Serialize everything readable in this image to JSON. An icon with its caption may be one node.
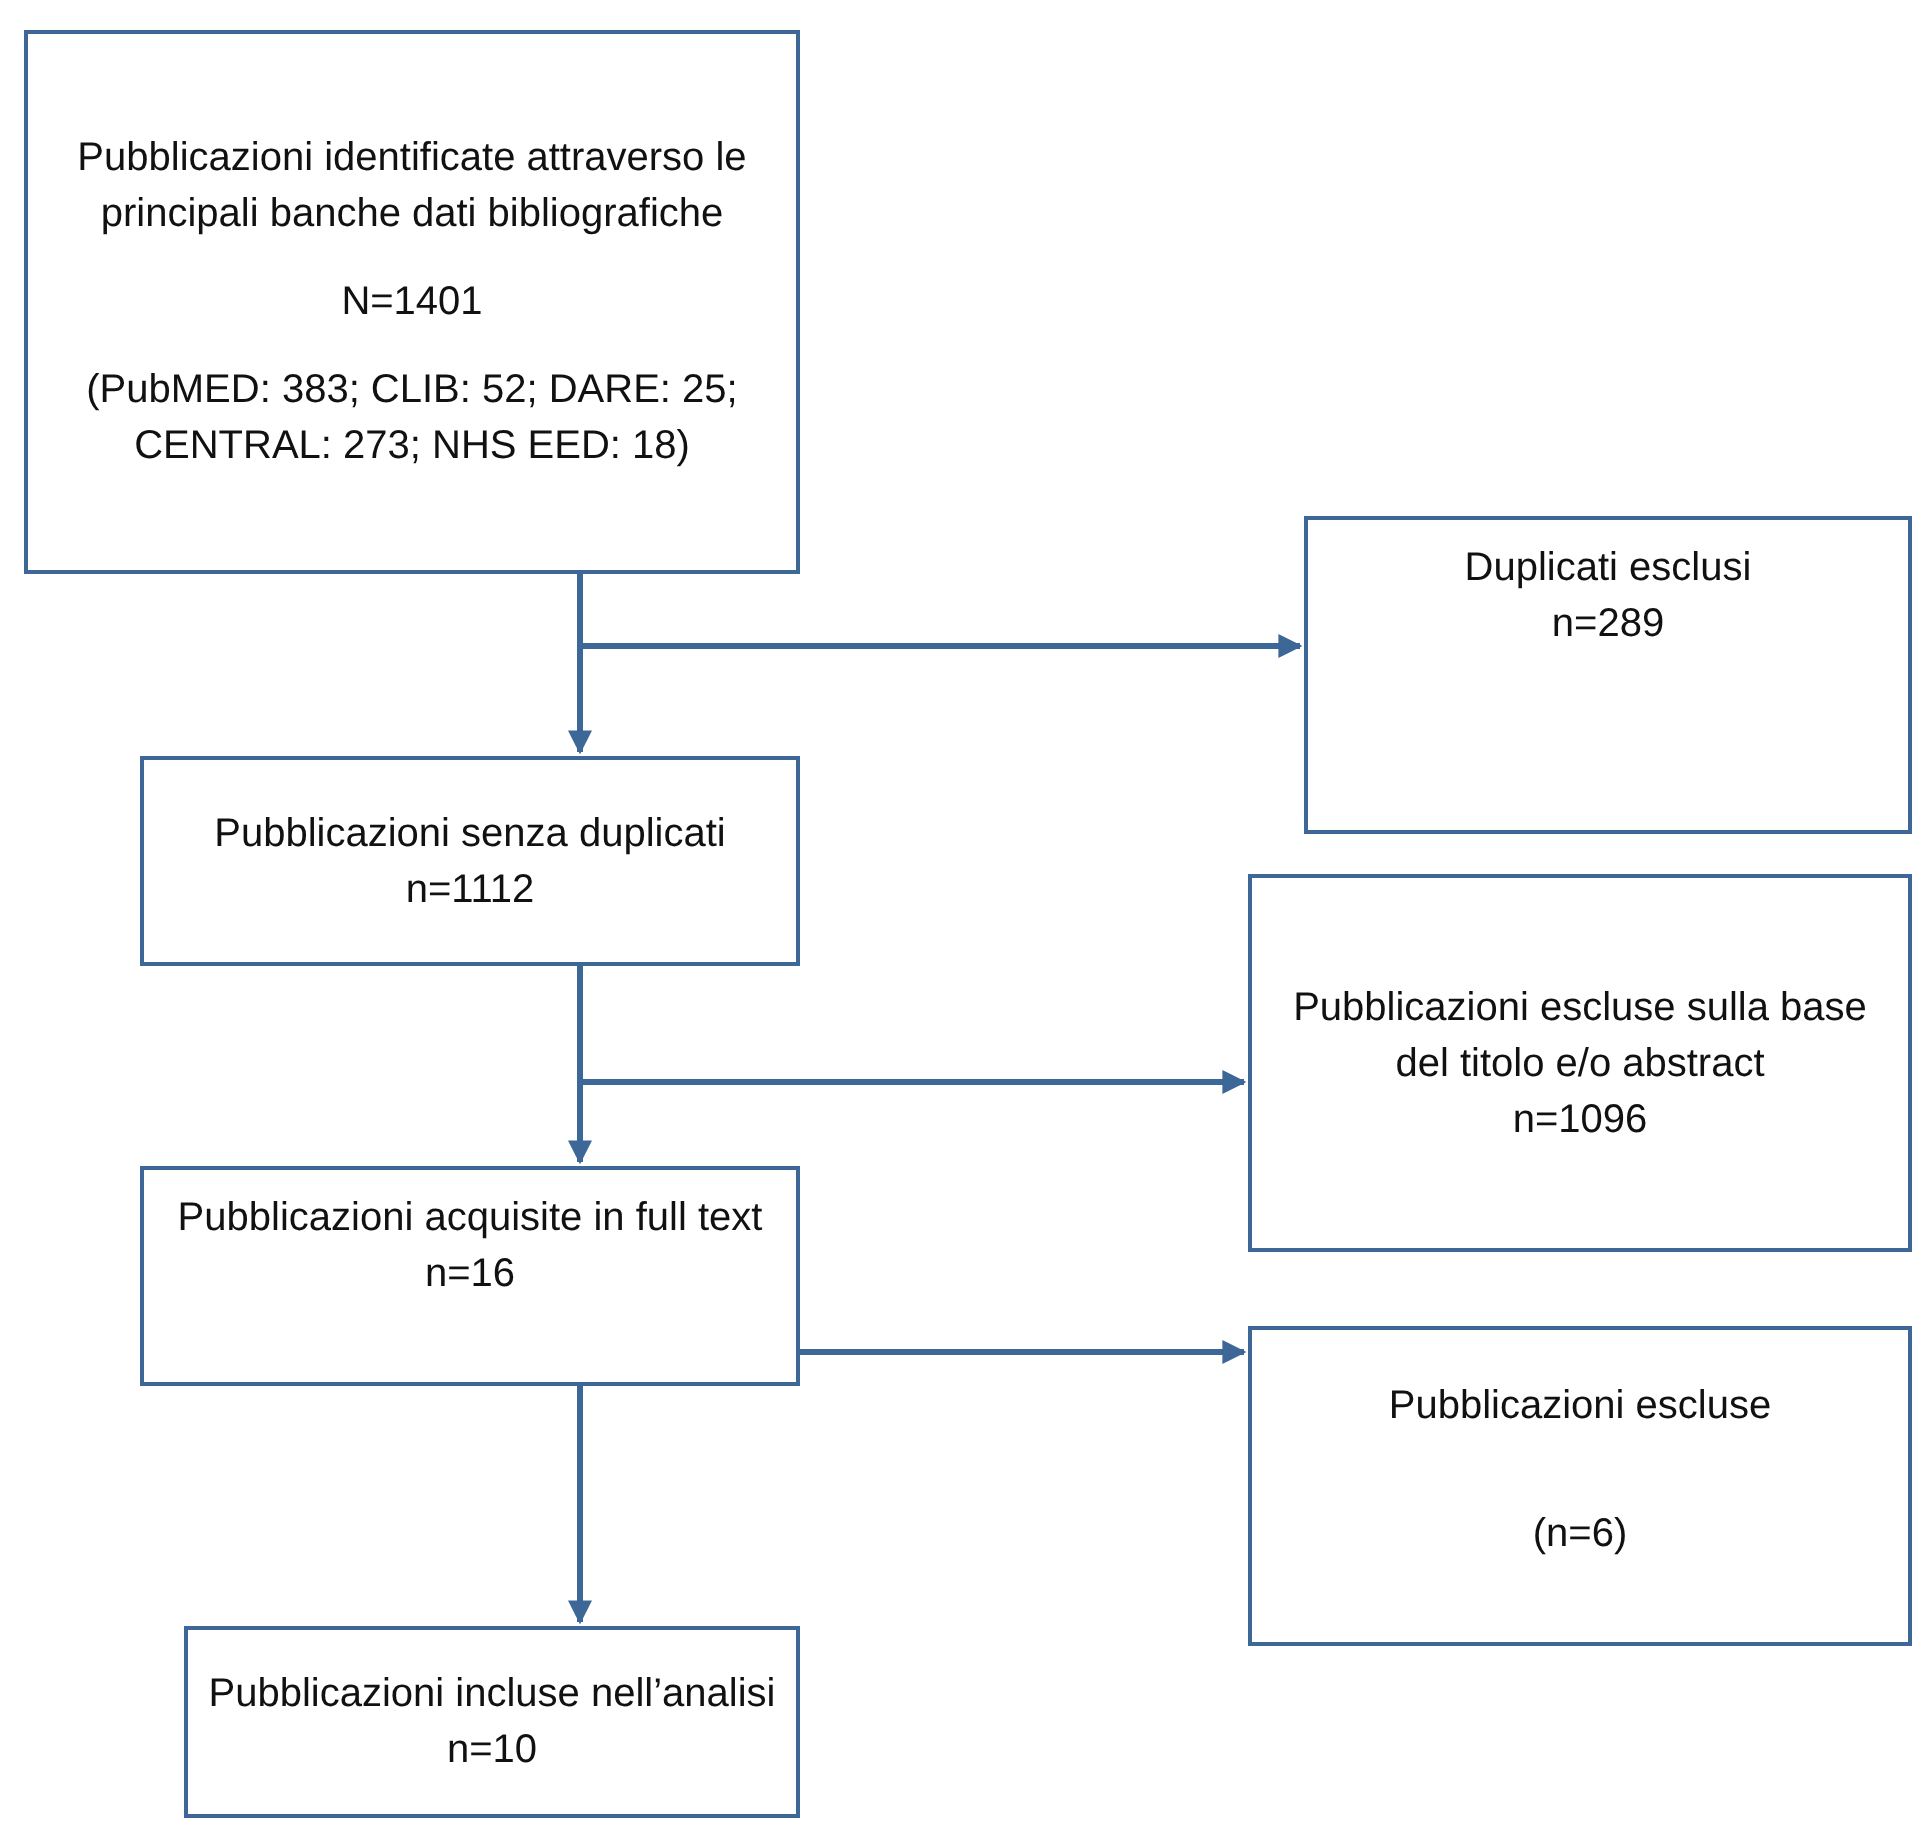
{
  "diagram": {
    "nodes": [
      {
        "text": [
          "Pubblicazioni identificate attraverso le principali banche dati bibliografiche",
          "N=1401",
          "(PubMED: 383; CLIB: 52; DARE: 25; CENTRAL: 273; NHS EED: 18)"
        ]
      },
      {
        "text": [
          "Duplicati esclusi",
          "n=289"
        ]
      },
      {
        "text": [
          "Pubblicazioni senza duplicati",
          "n=1112"
        ]
      },
      {
        "text": [
          "Pubblicazioni escluse sulla base del titolo e/o abstract",
          "n=1096"
        ]
      },
      {
        "text": [
          "Pubblicazioni acquisite in full text",
          "n=16"
        ]
      },
      {
        "text": [
          "Pubblicazioni escluse",
          "(n=6)"
        ]
      },
      {
        "text": [
          "Pubblicazioni incluse nell’analisi",
          "n=10"
        ]
      }
    ],
    "edges": [
      {
        "from": 0,
        "to": 2,
        "arrow": "to"
      },
      {
        "from": 0,
        "to": 1,
        "arrow": "to"
      },
      {
        "from": 2,
        "to": 4,
        "arrow": "to"
      },
      {
        "from": 2,
        "to": 3,
        "arrow": "to"
      },
      {
        "from": 4,
        "to": 5,
        "arrow": "to"
      },
      {
        "from": 4,
        "to": 6,
        "arrow": "to"
      }
    ]
  }
}
